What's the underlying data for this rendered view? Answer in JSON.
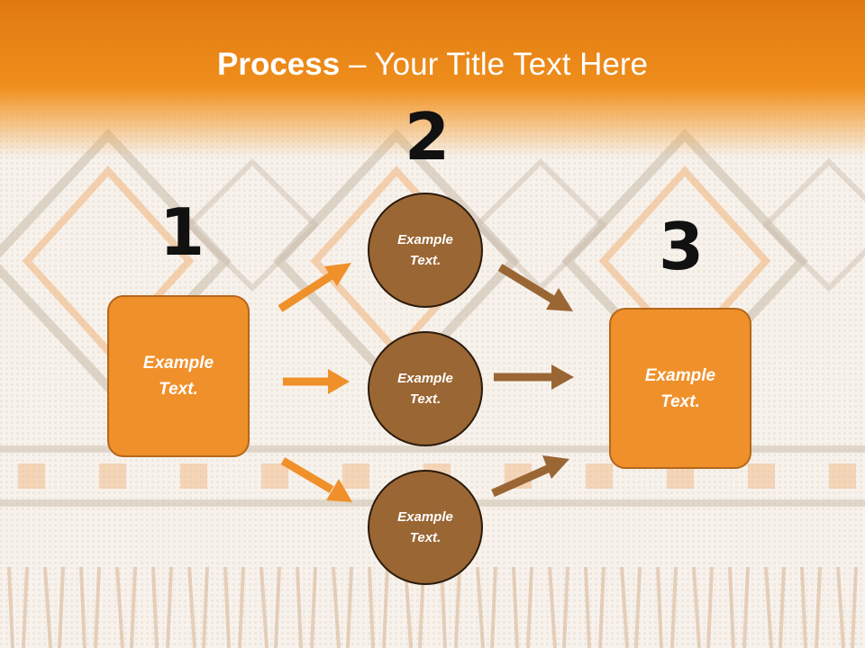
{
  "title": {
    "bold": "Process",
    "rest": " – Your Title Text Here"
  },
  "steps": {
    "one": {
      "number": "1",
      "text": "Example\nText."
    },
    "two": {
      "number": "2"
    },
    "three": {
      "number": "3",
      "text": "Example\nText."
    }
  },
  "circles": [
    {
      "text": "Example\nText."
    },
    {
      "text": "Example\nText."
    },
    {
      "text": "Example\nText."
    }
  ],
  "colors": {
    "header": "#ef8e1c",
    "box_fill": "#f0902a",
    "circle_fill": "#9a6633",
    "arrow_orange": "#f0902a",
    "arrow_brown": "#9a6633"
  }
}
